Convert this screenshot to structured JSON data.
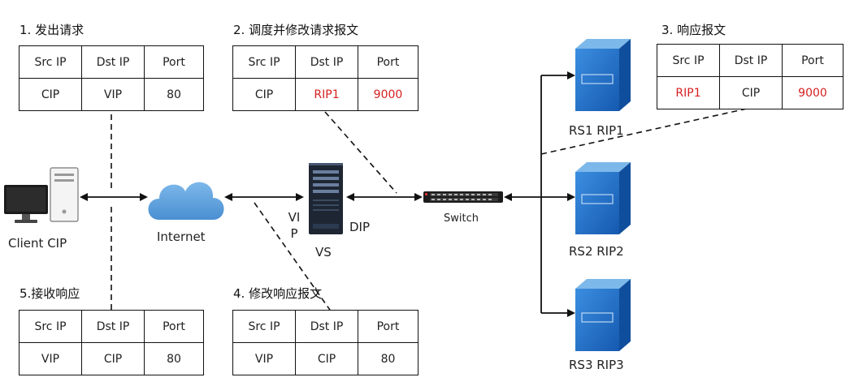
{
  "steps": [
    {
      "title": "1. 发出请求",
      "headers": [
        "Src IP",
        "Dst IP",
        "Port"
      ],
      "values": [
        "CIP",
        "VIP",
        "80"
      ],
      "red": [
        false,
        false,
        false
      ]
    },
    {
      "title": "2. 调度并修改请求报文",
      "headers": [
        "Src IP",
        "Dst IP",
        "Port"
      ],
      "values": [
        "CIP",
        "RIP1",
        "9000"
      ],
      "red": [
        false,
        true,
        true
      ]
    },
    {
      "title": "3. 响应报文",
      "headers": [
        "Src IP",
        "Dst IP",
        "Port"
      ],
      "values": [
        "RIP1",
        "CIP",
        "9000"
      ],
      "red": [
        true,
        false,
        true
      ]
    },
    {
      "title": "4. 修改响应报文",
      "headers": [
        "Src IP",
        "Dst IP",
        "Port"
      ],
      "values": [
        "VIP",
        "CIP",
        "80"
      ],
      "red": [
        false,
        false,
        false
      ]
    },
    {
      "title": "5.接收响应",
      "headers": [
        "Src IP",
        "Dst IP",
        "Port"
      ],
      "values": [
        "VIP",
        "CIP",
        "80"
      ],
      "red": [
        false,
        false,
        false
      ]
    }
  ],
  "nodes": {
    "client": "Client CIP",
    "internet": "Internet",
    "vs": "VS",
    "vip": "VIP",
    "dip": "DIP",
    "switch": "Switch",
    "rs1": "RS1 RIP1",
    "rs2": "RS2 RIP2",
    "rs3": "RS3 RIP3"
  },
  "colors": {
    "highlight": "#d62020",
    "server_blue": "#1f6fc6",
    "cloud_blue": "#5a9fdc"
  },
  "icons": [
    "computer-icon",
    "cloud-icon",
    "server-tower-icon",
    "network-switch-icon",
    "server-icon"
  ]
}
